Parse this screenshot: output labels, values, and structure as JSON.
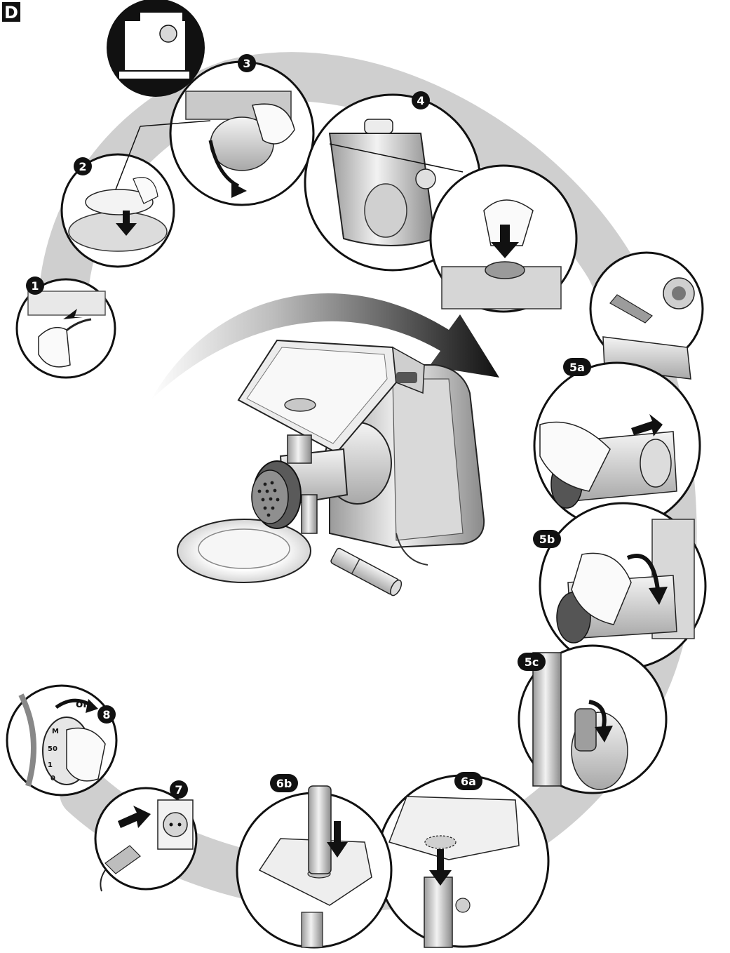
{
  "section_label": "D",
  "steps": [
    {
      "id": "1",
      "label": "1"
    },
    {
      "id": "2",
      "label": "2"
    },
    {
      "id": "3",
      "label": "3"
    },
    {
      "id": "4",
      "label": "4"
    },
    {
      "id": "5a",
      "label": "5a"
    },
    {
      "id": "5b",
      "label": "5b"
    },
    {
      "id": "5c",
      "label": "5c"
    },
    {
      "id": "6a",
      "label": "6a"
    },
    {
      "id": "6b",
      "label": "6b"
    },
    {
      "id": "7",
      "label": "7"
    },
    {
      "id": "8",
      "label": "8"
    }
  ],
  "dial_on_label": "on",
  "dial_marks": [
    "M",
    "50",
    "1",
    "0"
  ],
  "colors": {
    "panel_stroke": "#111111",
    "path_shadow": "#c9c9c9",
    "badge_fill": "#111111",
    "metal_light": "#e6e6e6",
    "metal_mid": "#b5b5b5",
    "metal_dark": "#6e6e6e"
  }
}
